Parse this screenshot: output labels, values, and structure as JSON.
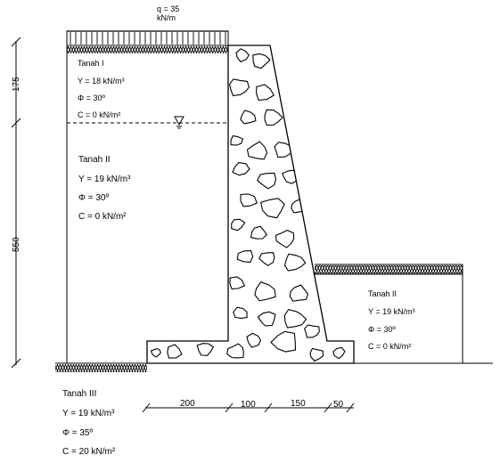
{
  "surcharge": {
    "label": "q  =  35",
    "unit": "kN/m"
  },
  "soil_layers": {
    "tanah_1": {
      "name": "Tanah I",
      "gamma": "Y = 18 kN/m³",
      "phi": "Φ = 30º",
      "cohesion": "C = 0 kN/m²"
    },
    "tanah_2_back": {
      "name": "Tanah II",
      "gamma": "Y = 19 kN/m³",
      "phi": "Φ = 30º",
      "cohesion": "C = 0 kN/m²"
    },
    "tanah_2_front": {
      "name": "Tanah II",
      "gamma": "Y = 19 kN/m³",
      "phi": "Φ = 30º",
      "cohesion": "C = 0 kN/m²"
    },
    "tanah_3": {
      "name": "Tanah III",
      "gamma": "Y = 19 kN/m³",
      "phi": "Φ = 35º",
      "cohesion": "C = 20 kN/m²"
    }
  },
  "dimensions": {
    "vertical": {
      "upper": "175",
      "lower": "550"
    },
    "horizontal": {
      "d1": "200",
      "d2": "100",
      "d3": "150",
      "d4": "50"
    }
  }
}
